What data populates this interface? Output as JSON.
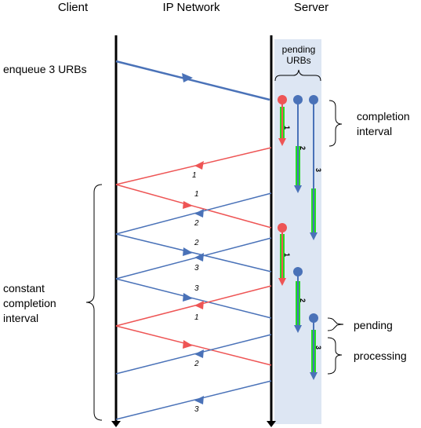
{
  "headers": {
    "client": "Client",
    "network": "IP Network",
    "server": "Server"
  },
  "labels": {
    "enqueue": "enqueue 3 URBs",
    "pending_urbs_line1": "pending",
    "pending_urbs_line2": "URBs",
    "completion_line1": "completion",
    "completion_line2": "interval",
    "constant_line1": "constant",
    "constant_line2": "completion",
    "constant_line3": "interval",
    "pending": "pending",
    "processing": "processing"
  },
  "message_labels": {
    "m1_return": "1",
    "m1_send": "1",
    "m2_return": "2",
    "m2_send": "2",
    "m3_return": "3",
    "m3_send": "3",
    "m1b_return": "1",
    "m2b_return": "2",
    "m3b_return": "3"
  },
  "urb_numbers": {
    "a1": "1",
    "a2": "2",
    "a3": "3",
    "b1": "1",
    "b2": "2",
    "b3": "3"
  },
  "colors": {
    "blue": "#4a72b8",
    "red": "#ee5555",
    "green": "#22dd22",
    "server_band": "#dde6f3",
    "line": "#000000"
  }
}
